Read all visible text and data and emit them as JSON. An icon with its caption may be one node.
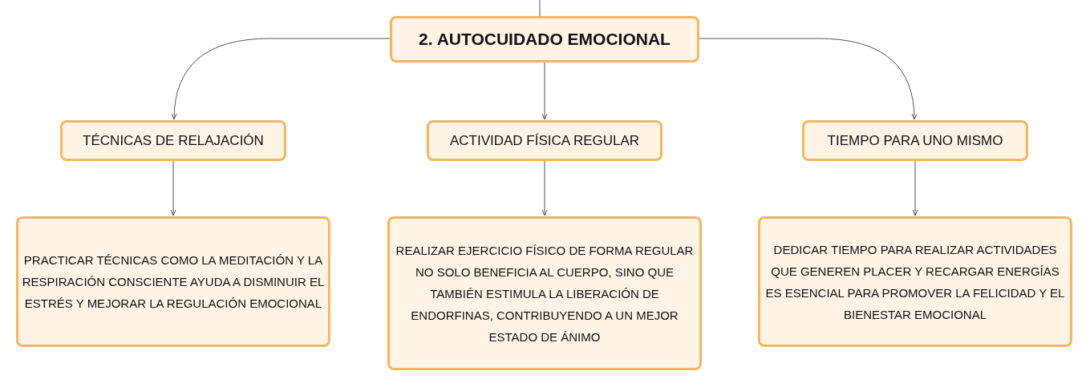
{
  "diagram": {
    "nodes": [
      {
        "text": [
          "2. AUTOCUIDADO EMOCIONAL"
        ]
      },
      {
        "text": [
          "TÉCNICAS DE RELAJACIÓN"
        ]
      },
      {
        "text": [
          "ACTIVIDAD FÍSICA REGULAR"
        ]
      },
      {
        "text": [
          "TIEMPO PARA UNO MISMO"
        ]
      },
      {
        "text": [
          "PRACTICAR TÉCNICAS COMO LA MEDITACIÓN Y LA RESPIRACIÓN CONSCIENTE AYUDA A DISMINUIR EL ESTRÉS Y MEJORAR LA REGULACIÓN EMOCIONAL"
        ]
      },
      {
        "text": [
          "REALIZAR EJERCICIO FÍSICO DE FORMA REGULAR NO SOLO BENEFICIA AL CUERPO, SINO QUE TAMBIÉN ESTIMULA LA LIBERACIÓN DE ENDORFINAS, CONTRIBUYENDO A UN MEJOR ESTADO DE ÁNIMO"
        ]
      },
      {
        "text": [
          "DEDICAR TIEMPO PARA REALIZAR ACTIVIDADES QUE GENEREN PLACER Y RECARGAR ENERGÍAS ES ESENCIAL PARA PROMOVER LA FELICIDAD Y EL BIENESTAR EMOCIONAL"
        ]
      }
    ],
    "edges": [
      {
        "from": null,
        "to": 0,
        "arrow": "none"
      },
      {
        "from": 0,
        "to": 1,
        "arrow": "to"
      },
      {
        "from": 0,
        "to": 2,
        "arrow": "to"
      },
      {
        "from": 0,
        "to": 3,
        "arrow": "to"
      },
      {
        "from": 1,
        "to": 4,
        "arrow": "to"
      },
      {
        "from": 2,
        "to": 5,
        "arrow": "to"
      },
      {
        "from": 3,
        "to": 6,
        "arrow": "to"
      }
    ]
  }
}
